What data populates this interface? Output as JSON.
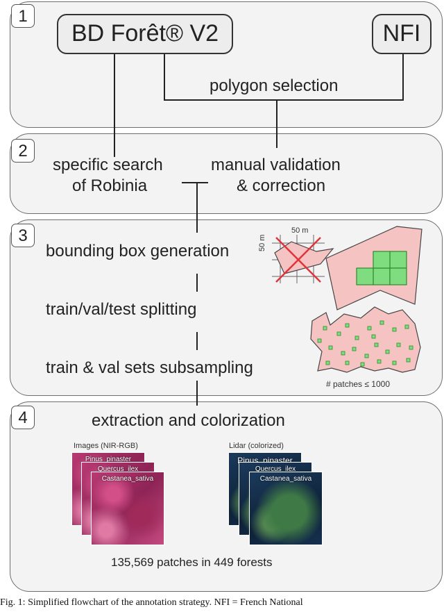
{
  "steps": {
    "s1": {
      "number": "1",
      "source_a": "BD Forêt® V2",
      "source_b": "NFI",
      "join_label": "polygon selection"
    },
    "s2": {
      "number": "2",
      "left_line1": "specific search",
      "left_line2": "of Robinia",
      "right_line1": "manual validation",
      "right_line2": "& correction"
    },
    "s3": {
      "number": "3",
      "step_a": "bounding box generation",
      "step_b": "train/val/test splitting",
      "step_c": "train & val sets subsampling",
      "dim_h": "50 m",
      "dim_v": "50 m",
      "patch_note": "# patches ≤ 1000"
    },
    "s4": {
      "number": "4",
      "title": "extraction and colorization",
      "images_label": "Images (NIR-RGB)",
      "lidar_label": "Lidar (colorized)",
      "species": [
        "Pinus_pinaster",
        "Quercus_ilex",
        "Castanea_sativa"
      ],
      "summary": "135,569 patches in 449 forests"
    }
  },
  "caption": "Fig. 1: Simplified flowchart of the annotation strategy. NFI = French National",
  "colors": {
    "panel_bg": "#f3f3f3",
    "polygon_fill": "#f6c3c3",
    "patch_fill": "#7fdc7f",
    "cross": "#e0333a"
  }
}
